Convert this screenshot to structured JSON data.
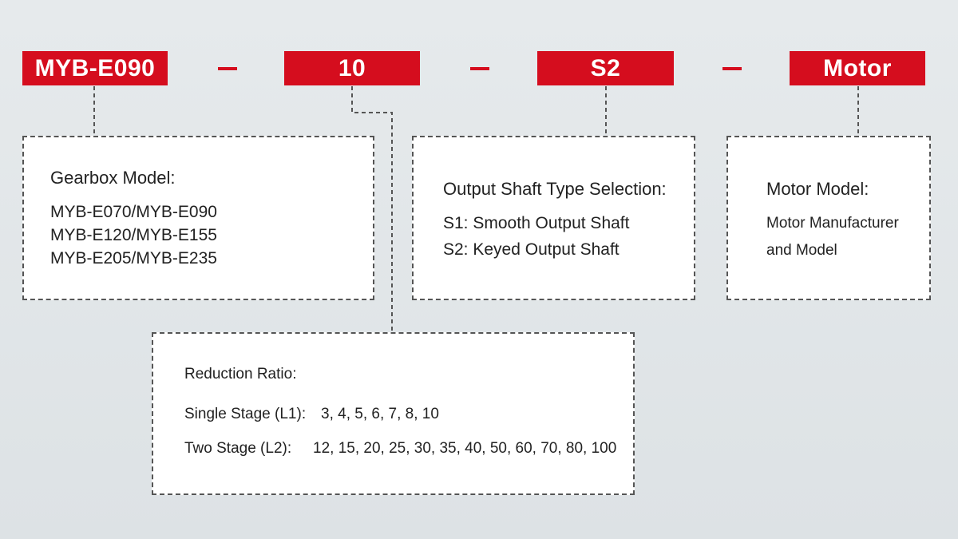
{
  "codes": {
    "model": "MYB-E090",
    "ratio": "10",
    "shaft": "S2",
    "motor": "Motor"
  },
  "separators": [
    "–",
    "–",
    "–"
  ],
  "gearbox": {
    "title": "Gearbox Model:",
    "lines": [
      "MYB-E070/MYB-E090",
      "MYB-E120/MYB-E155",
      "MYB-E205/MYB-E235"
    ]
  },
  "shaft": {
    "title": "Output Shaft Type Selection:",
    "lines": [
      "S1: Smooth Output Shaft",
      "S2: Keyed Output Shaft"
    ]
  },
  "motor": {
    "title": "Motor Model:",
    "lines": [
      "Motor Manufacturer",
      "and Model"
    ]
  },
  "ratio": {
    "title": "Reduction Ratio:",
    "single_label": "Single Stage (L1):",
    "single_values": "3, 4, 5, 6, 7, 8, 10",
    "two_label": "Two Stage (L2):",
    "two_values": "12, 15, 20, 25, 30, 35, 40, 50, 60, 70, 80, 100"
  },
  "colors": {
    "accent": "#d50d1e",
    "background": "#e2e6e9",
    "box": "#ffffff",
    "border": "#555555"
  }
}
